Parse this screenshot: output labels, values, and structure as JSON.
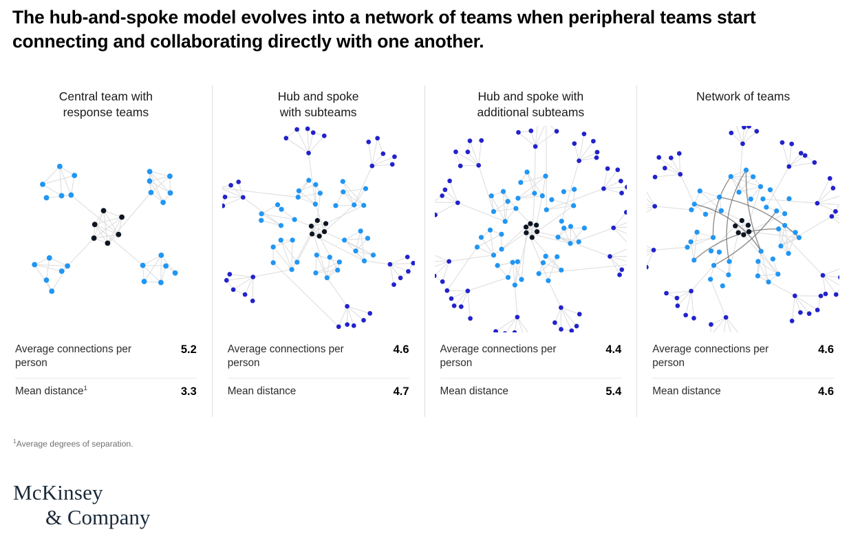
{
  "headline": "The hub-and-spoke model evolves into a network of teams when peripheral teams start connecting and collaborating directly with one another.",
  "footnote_marker": "1",
  "footnote": "Average degrees of separation.",
  "logo": {
    "line1": "McKinsey",
    "line2": "& Company"
  },
  "colors": {
    "hub_node": "#0d1522",
    "light_blue_node": "#2196f3",
    "dark_blue_node": "#2222cc",
    "edge": "#dcdcdc",
    "long_edge": "#7a7a7a",
    "divider": "#dddddd",
    "text": "#1a1a1a",
    "footnote_text": "#6f6f6f",
    "logo": "#1b2a38"
  },
  "chart_data": {
    "type": "network-diagram-series",
    "title": "The hub-and-spoke model evolves into a network of teams when peripheral teams start connecting and collaborating directly with one another.",
    "metric_names": [
      "Average connections per person",
      "Mean distance"
    ],
    "panels": [
      {
        "title": "Central team with\nresponse teams",
        "metrics": [
          {
            "label": "Average connections per person",
            "value": "5.2"
          },
          {
            "label": "Mean distance",
            "footnote": "1",
            "value": "3.3"
          }
        ],
        "node_counts": {
          "hub": 6,
          "light_blue": 24,
          "dark_blue": 0
        },
        "avg_connections": 5.2,
        "mean_distance": 3.3,
        "seed": 11,
        "structure": "hub-with-4-response-clusters"
      },
      {
        "title": "Hub and spoke\nwith subteams",
        "metrics": [
          {
            "label": "Average connections per person",
            "value": "4.6"
          },
          {
            "label": "Mean distance",
            "value": "4.7"
          }
        ],
        "node_counts": {
          "hub": 6,
          "light_blue": 36,
          "dark_blue": 30
        },
        "avg_connections": 4.6,
        "mean_distance": 4.7,
        "seed": 23,
        "structure": "hub-6-subteams-with-outer-spokes"
      },
      {
        "title": "Hub and spoke with\nadditional subteams",
        "metrics": [
          {
            "label": "Average connections per person",
            "value": "4.4"
          },
          {
            "label": "Mean distance",
            "value": "5.4"
          }
        ],
        "node_counts": {
          "hub": 6,
          "light_blue": 40,
          "dark_blue": 40
        },
        "avg_connections": 4.4,
        "mean_distance": 5.4,
        "seed": 37,
        "structure": "hub-7-subteams-with-additional-outer-spokes"
      },
      {
        "title": "Network of teams",
        "metrics": [
          {
            "label": "Average connections per person",
            "value": "4.6"
          },
          {
            "label": "Mean distance",
            "value": "4.6"
          }
        ],
        "node_counts": {
          "hub": 6,
          "light_blue": 40,
          "dark_blue": 40
        },
        "avg_connections": 4.6,
        "mean_distance": 4.6,
        "seed": 53,
        "structure": "network-of-teams-with-cross-links",
        "cross_links": 7
      }
    ]
  }
}
